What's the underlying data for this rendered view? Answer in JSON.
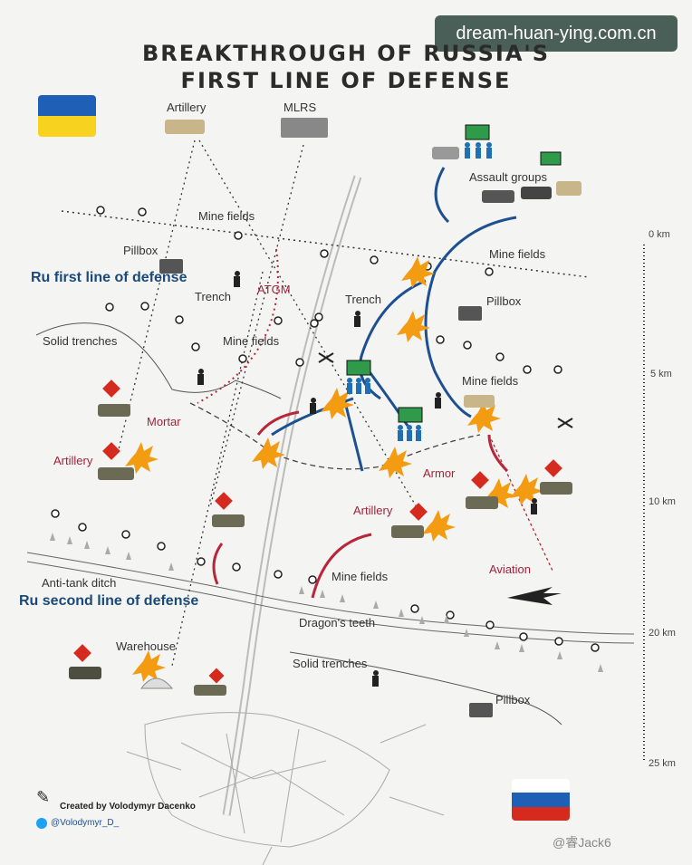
{
  "watermark": "dream-huan-ying.com.cn",
  "title": {
    "line1": "BREAKTHROUGH OF RUSSIA'S",
    "line2": "FIRST LINE OF DEFENSE"
  },
  "labels": {
    "artillery_top": "Artillery",
    "mlrs": "MLRS",
    "assault_groups": "Assault groups",
    "mine_fields_1": "Mine fields",
    "mine_fields_2": "Mine fields",
    "mine_fields_3": "Mine fields",
    "mine_fields_4": "Mine fields",
    "mine_fields_5": "Mine fields",
    "pillbox_1": "Pillbox",
    "pillbox_2": "Pillbox",
    "pillbox_3": "Pillbox",
    "ru_first_line": "Ru first line of defense",
    "ru_second_line": "Ru second line of defense",
    "trench_1": "Trench",
    "trench_2": "Trench",
    "atgm": "ATGM",
    "solid_trenches_1": "Solid trenches",
    "solid_trenches_2": "Solid trenches",
    "mortar": "Mortar",
    "artillery_left": "Artillery",
    "artillery_mid": "Artillery",
    "armor": "Armor",
    "aviation": "Aviation",
    "anti_tank_ditch": "Anti-tank ditch",
    "dragons_teeth": "Dragon's teeth",
    "warehouse": "Warehouse"
  },
  "scale": [
    "0 km",
    "5 km",
    "10 km",
    "20 km",
    "25 km"
  ],
  "footer": {
    "created_by": "Created by Volodymyr Dacenko",
    "twitter": "@Volodymyr_D_",
    "corner": "@睿Jack6"
  },
  "colors": {
    "ukraine_blue": "#1f5fb5",
    "ukraine_yellow": "#f7d21f",
    "russia_red": "#d52b1e",
    "arrow_blue": "#1d4f91",
    "arrow_red": "#b8263a",
    "explosion": "#f39c12"
  },
  "icons": [
    "ukraine-flag-icon",
    "russia-flag-icon",
    "howitzer-icon",
    "mlrs-icon",
    "tank-icon",
    "soldier-icon",
    "mine-icon",
    "pillbox-icon",
    "explosion-icon",
    "drone-icon",
    "jet-icon",
    "dragons-tooth-icon",
    "warehouse-icon",
    "unit-marker-icon"
  ]
}
